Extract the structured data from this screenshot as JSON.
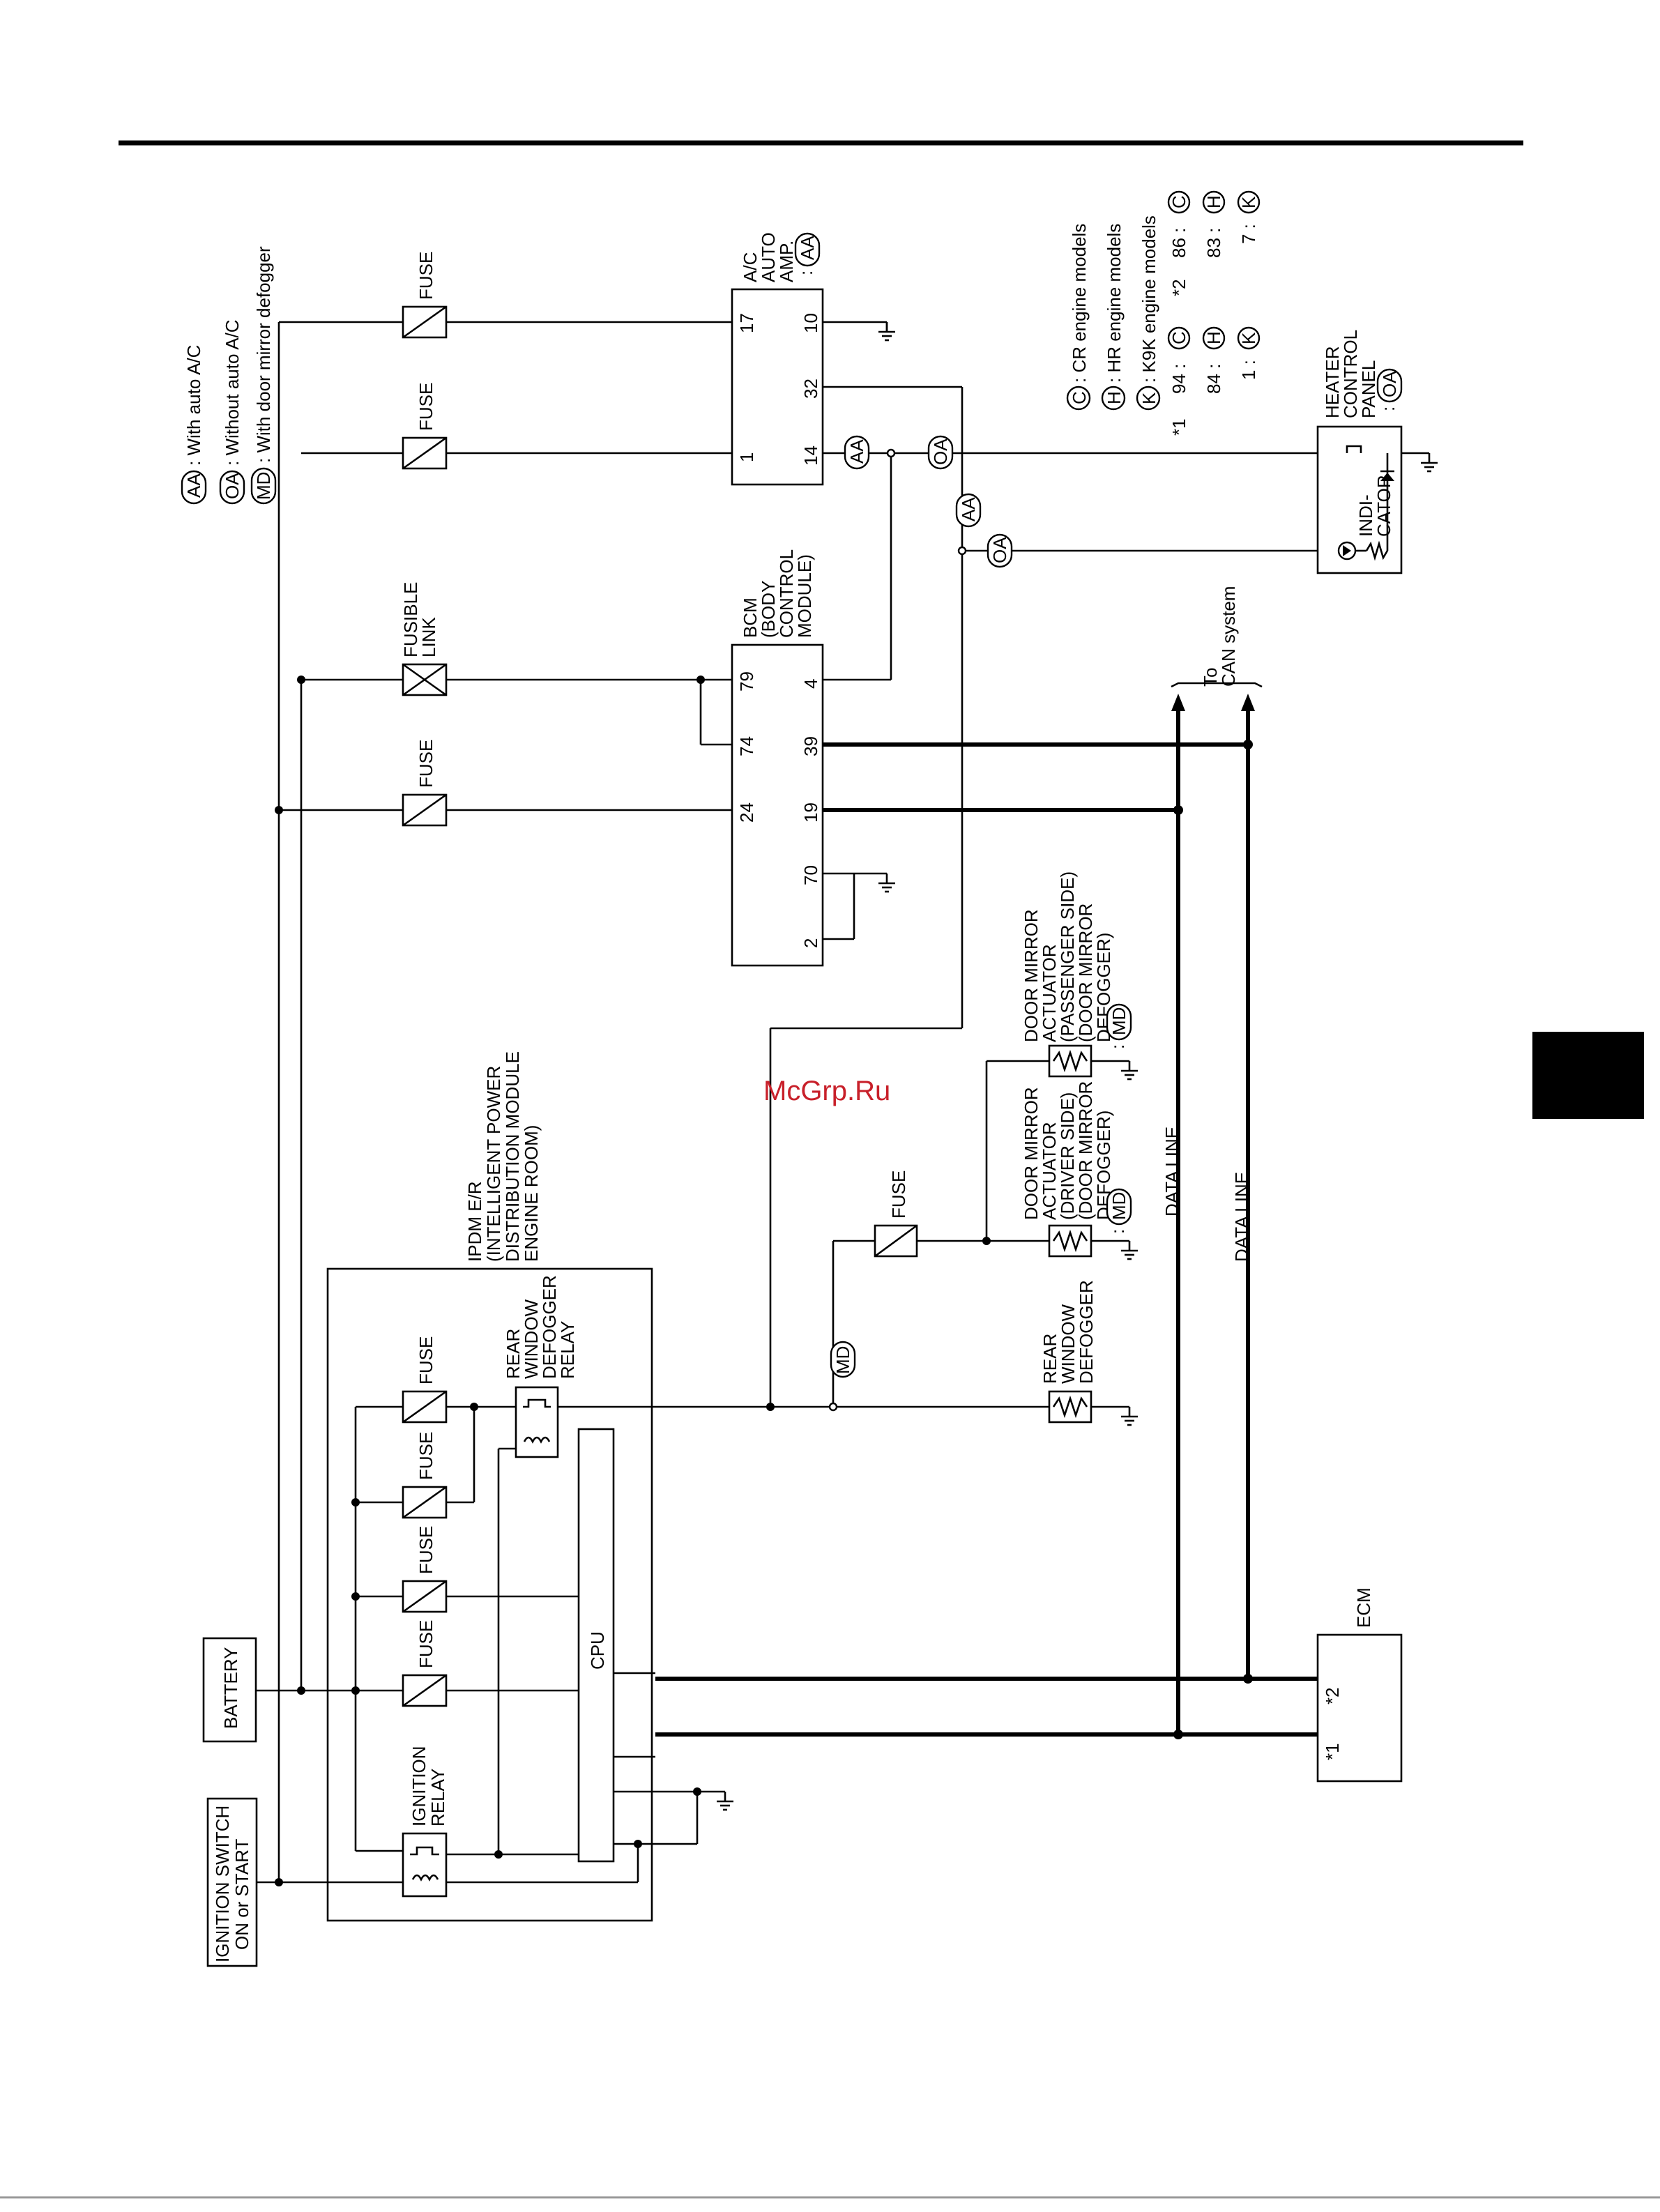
{
  "legend": [
    {
      "code": "AA",
      "text": ": With auto A/C"
    },
    {
      "code": "OA",
      "text": ": Without auto A/C"
    },
    {
      "code": "MD",
      "text": ": With door mirror defogger"
    }
  ],
  "engine_legend": [
    {
      "code": "C",
      "text": ": CR engine models"
    },
    {
      "code": "H",
      "text": ": HR engine models"
    },
    {
      "code": "K",
      "text": ": K9K engine models"
    }
  ],
  "pin_table": {
    "star1": "*1",
    "star2": "*2",
    "rows": [
      {
        "a": "94 :",
        "ac": "C",
        "b": "86 :",
        "bc": "C"
      },
      {
        "a": "84 :",
        "ac": "H",
        "b": "83 :",
        "bc": "H"
      },
      {
        "a": "1 :",
        "ac": "K",
        "b": "7 :",
        "bc": "K"
      }
    ]
  },
  "components": {
    "ignition_switch": [
      "IGNITION SWITCH",
      "ON or START"
    ],
    "battery": "BATTERY",
    "ipdm": [
      "IPDM E/R",
      "(INTELLIGENT POWER",
      "DISTRIBUTION MODULE",
      "ENGINE ROOM)"
    ],
    "ignition_relay": [
      "IGNITION",
      "RELAY"
    ],
    "cpu": "CPU",
    "rear_defogger_relay": [
      "REAR",
      "WINDOW",
      "DEFOGGER",
      "RELAY"
    ],
    "rear_defogger": [
      "REAR",
      "WINDOW",
      "DEFOGGER"
    ],
    "mirror_driver": [
      "DOOR MIRROR",
      "ACTUATOR",
      "(DRIVER SIDE)",
      "(DOOR MIRROR",
      "DEFOGGER)"
    ],
    "mirror_passenger": [
      "DOOR MIRROR",
      "ACTUATOR",
      "(PASSENGER SIDE)",
      "(DOOR MIRROR",
      "DEFOGGER)"
    ],
    "bcm": [
      "BCM",
      "(BODY",
      "CONTROL",
      "MODULE)"
    ],
    "ac_amp": [
      "A/C",
      "AUTO",
      "AMP."
    ],
    "heater_panel": [
      "HEATER",
      "CONTROL",
      "PANEL"
    ],
    "indicator": [
      "INDI-",
      "CATOR"
    ],
    "ecm": "ECM",
    "can": [
      "To",
      "CAN system"
    ],
    "fuse": "FUSE",
    "fusible_link": [
      "FUSIBLE",
      "LINK"
    ],
    "data_line": "DATA LINE"
  },
  "pins": {
    "bcm": [
      "24",
      "74",
      "79",
      "2",
      "70",
      "19",
      "39",
      "4"
    ],
    "ac": [
      "1",
      "17",
      "14",
      "32",
      "10"
    ],
    "ecm": [
      "*1",
      "*2"
    ]
  },
  "codes": {
    "aa": "AA",
    "oa": "OA",
    "md": "MD",
    "colon": ":"
  },
  "watermark": "McGrp.Ru"
}
